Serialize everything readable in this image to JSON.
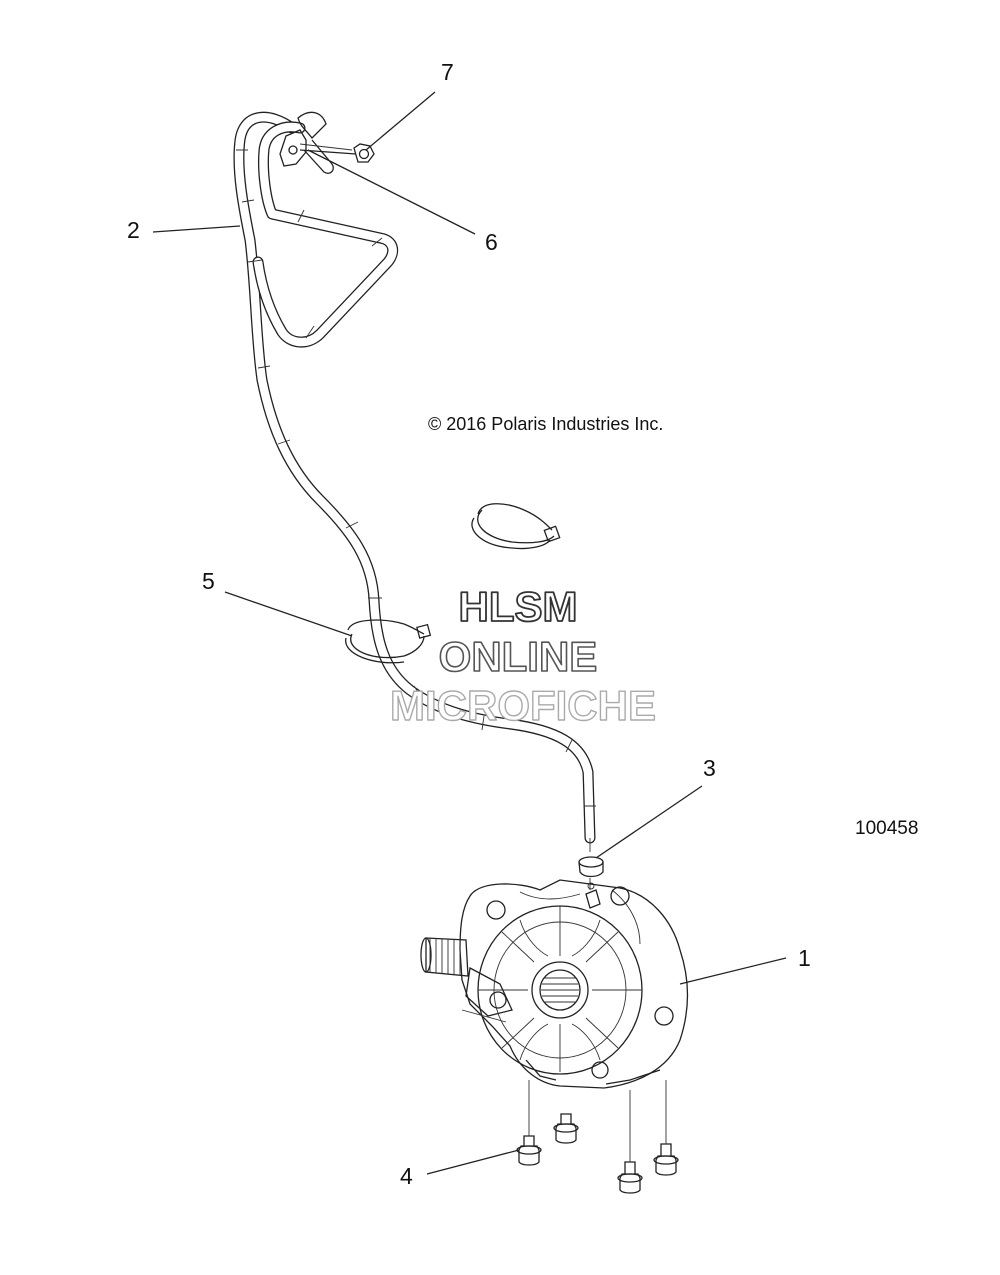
{
  "diagram": {
    "copyright": "© 2016 Polaris Industries Inc.",
    "figure_number": "100458",
    "watermark": {
      "line1": "HLSM",
      "line2": "ONLINE",
      "line3": "MICROFICHE"
    },
    "callouts": [
      {
        "number": "1",
        "part": "gearcase"
      },
      {
        "number": "2",
        "part": "vent-hose"
      },
      {
        "number": "3",
        "part": "hose-clamp"
      },
      {
        "number": "4",
        "part": "mounting-bolt"
      },
      {
        "number": "5",
        "part": "cable-tie"
      },
      {
        "number": "6",
        "part": "hose-bracket"
      },
      {
        "number": "7",
        "part": "nut"
      }
    ]
  }
}
